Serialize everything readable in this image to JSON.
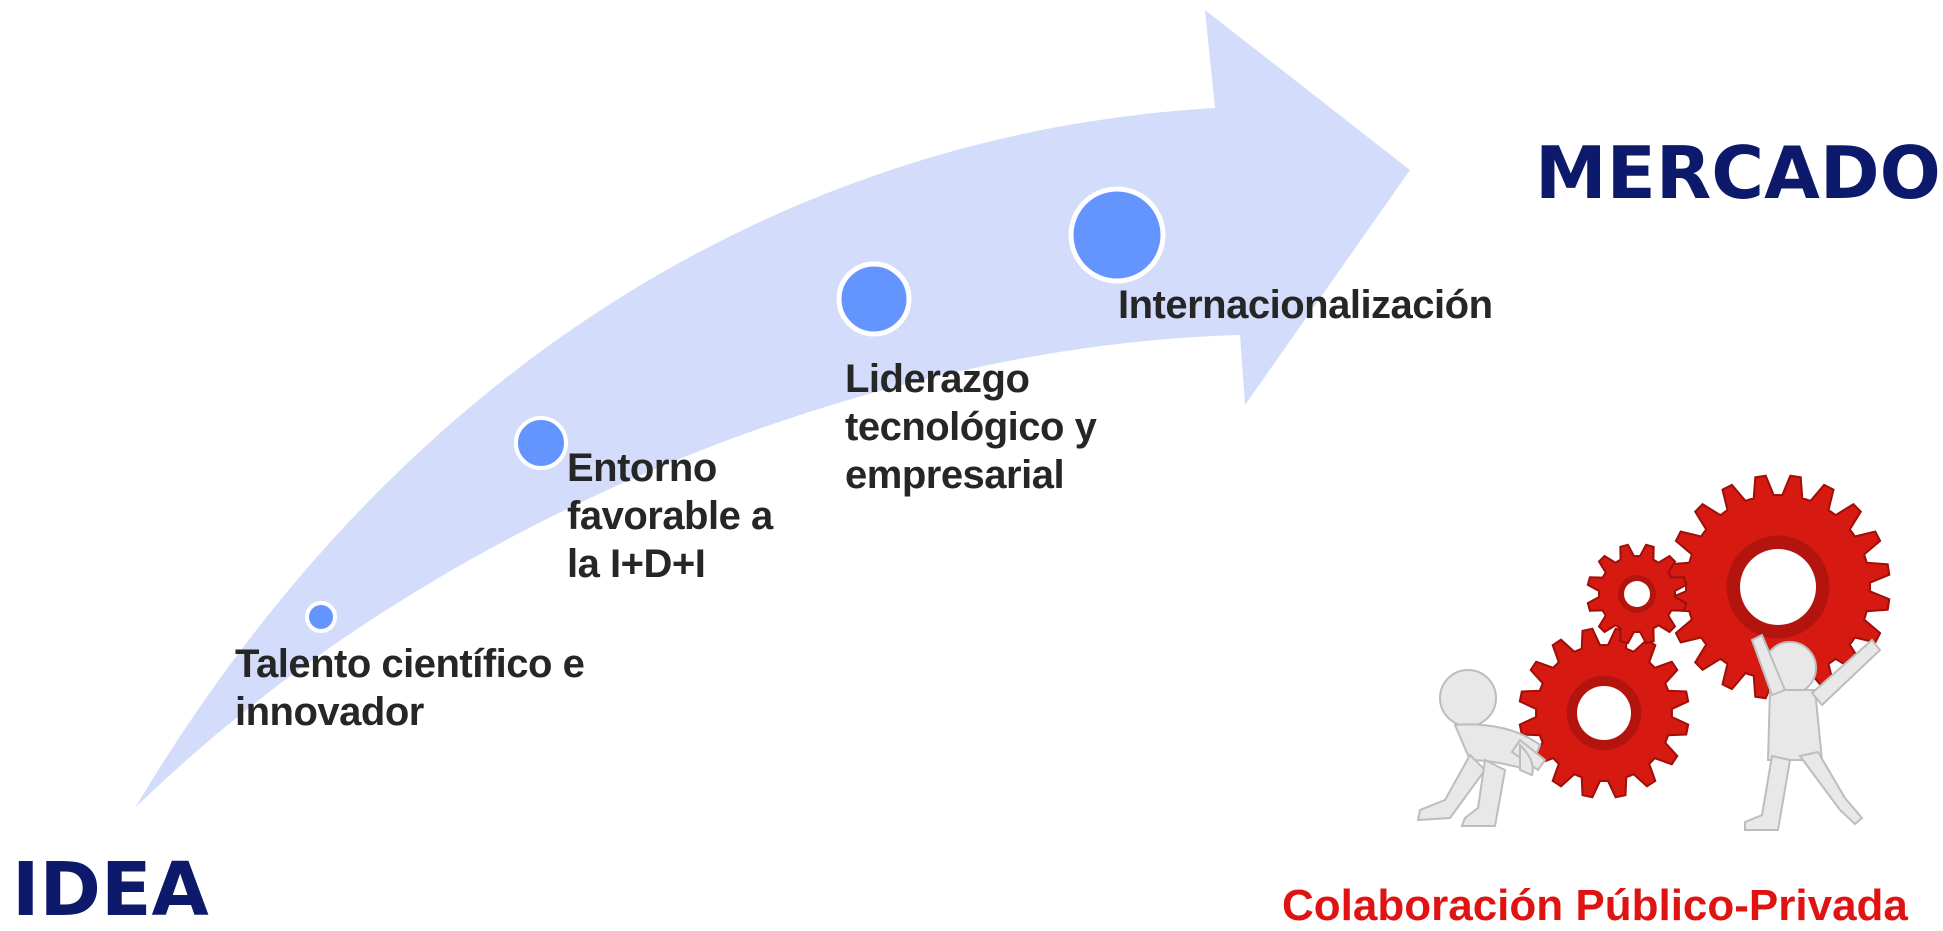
{
  "diagram": {
    "start_label": "IDEA",
    "end_label": "MERCADO",
    "steps": [
      {
        "label": "Talento científico e innovador",
        "lines": [
          "Talento científico e",
          "innovador"
        ]
      },
      {
        "label": "Entorno favorable a la I+D+I",
        "lines": [
          "Entorno",
          "favorable a",
          "la I+D+I"
        ]
      },
      {
        "label": "Liderazgo tecnológico y empresarial",
        "lines": [
          "Liderazgo",
          "tecnológico y",
          "empresarial"
        ]
      },
      {
        "label": "Internacionalización",
        "lines": [
          "Internacionalización"
        ]
      }
    ],
    "footer": "Colaboración Público-Privada",
    "colors": {
      "arrow": "#d3dcfa",
      "dot": "#6495ff",
      "dot_border": "#ffffff",
      "heading": "#0d1a6b",
      "label": "#262626",
      "footer": "#e01313",
      "gear": "#d61a12",
      "figure": "#e8e8e8"
    },
    "image": {
      "icon": "people-pushing-gears-illustration"
    }
  }
}
